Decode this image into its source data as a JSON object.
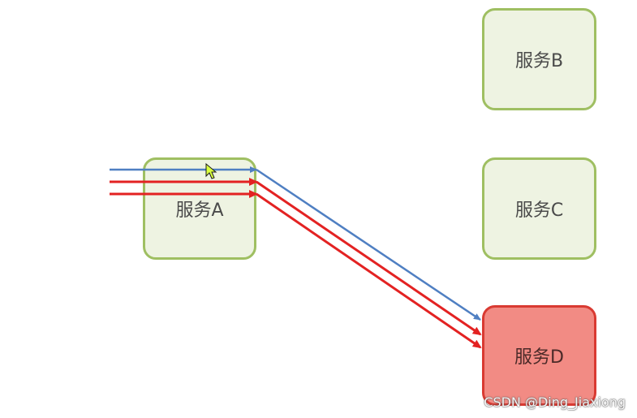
{
  "diagram": {
    "nodes": [
      {
        "id": "a",
        "label": "服务A",
        "status": "normal"
      },
      {
        "id": "b",
        "label": "服务B",
        "status": "normal"
      },
      {
        "id": "c",
        "label": "服务C",
        "status": "normal"
      },
      {
        "id": "d",
        "label": "服务D",
        "status": "failed"
      }
    ],
    "edges": [
      {
        "from": "external",
        "via": "a",
        "to": "d",
        "color": "#4f7fc2"
      },
      {
        "from": "external",
        "via": "a",
        "to": "d",
        "color": "#e32222"
      },
      {
        "from": "external",
        "via": "a",
        "to": "d",
        "color": "#e32222"
      }
    ],
    "colors": {
      "normal_fill": "#eef3e2",
      "normal_border": "#9fbf62",
      "failed_fill": "#f28b84",
      "failed_border": "#d93a32",
      "request_blue": "#4f7fc2",
      "request_red": "#e32222"
    }
  },
  "watermark": "CSDN @Ding_Jiaxiong"
}
